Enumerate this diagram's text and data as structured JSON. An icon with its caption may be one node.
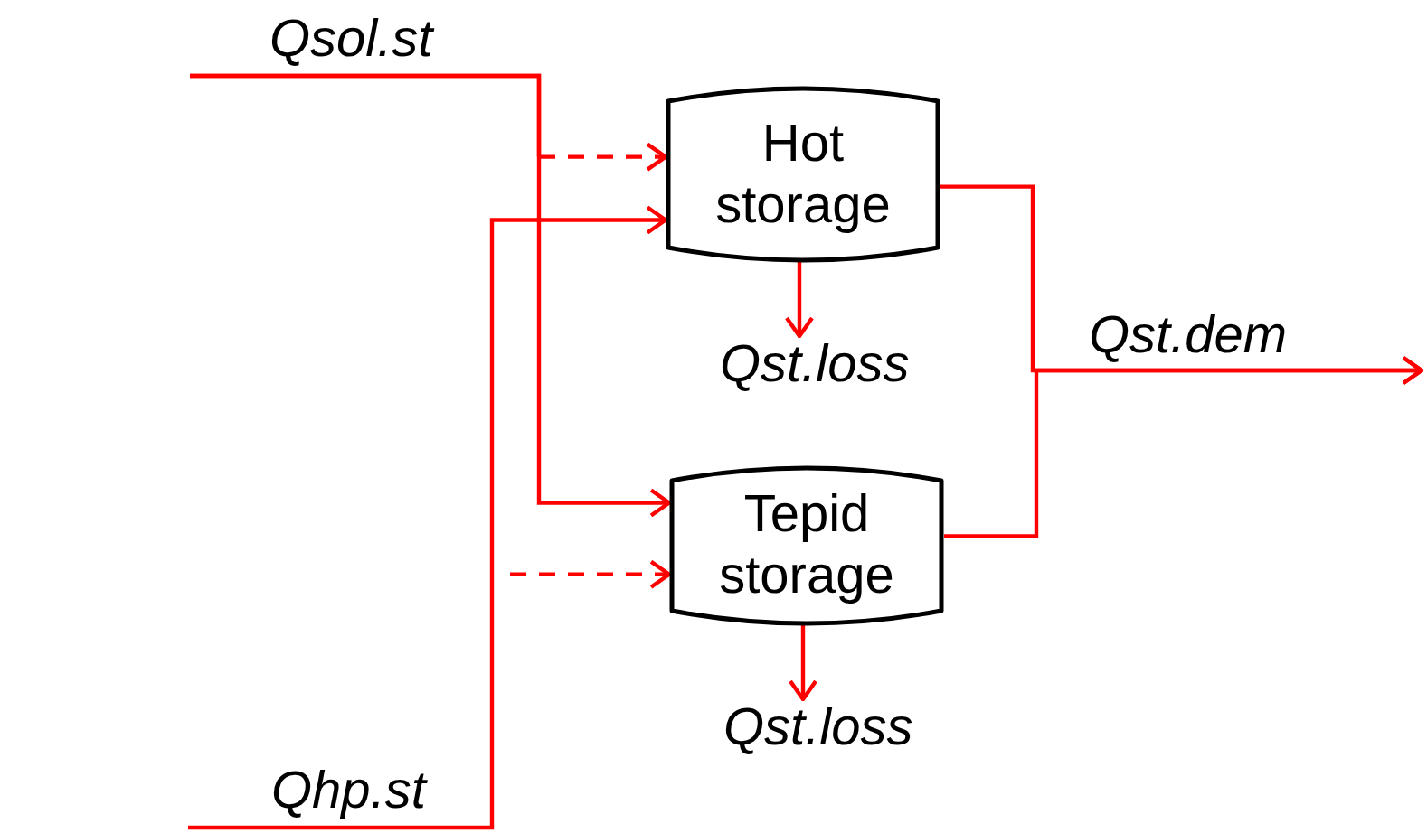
{
  "diagram": {
    "nodes": [
      {
        "text": [
          "Qsol.st"
        ]
      },
      {
        "text": [
          "Qhp.st"
        ]
      },
      {
        "text": [
          "Hot storage"
        ]
      },
      {
        "text": [
          "Tepid storage"
        ]
      },
      {
        "text": [
          "Qst.loss"
        ]
      },
      {
        "text": [
          "Qst.loss"
        ]
      }
    ],
    "edges": [
      {
        "from": 0,
        "to": 2,
        "arrow": "to",
        "style": "dashed"
      },
      {
        "from": 0,
        "to": 3,
        "arrow": "to"
      },
      {
        "from": 1,
        "to": 2,
        "arrow": "to"
      },
      {
        "from": null,
        "to": 3,
        "arrow": "to",
        "style": "dashed"
      },
      {
        "from": 2,
        "to": 4,
        "arrow": "to"
      },
      {
        "from": 3,
        "to": 5,
        "arrow": "to"
      },
      {
        "from": 2,
        "to": null,
        "arrow": "to",
        "label": "Qst.dem"
      },
      {
        "from": 3,
        "to": null,
        "arrow": "to"
      }
    ]
  }
}
